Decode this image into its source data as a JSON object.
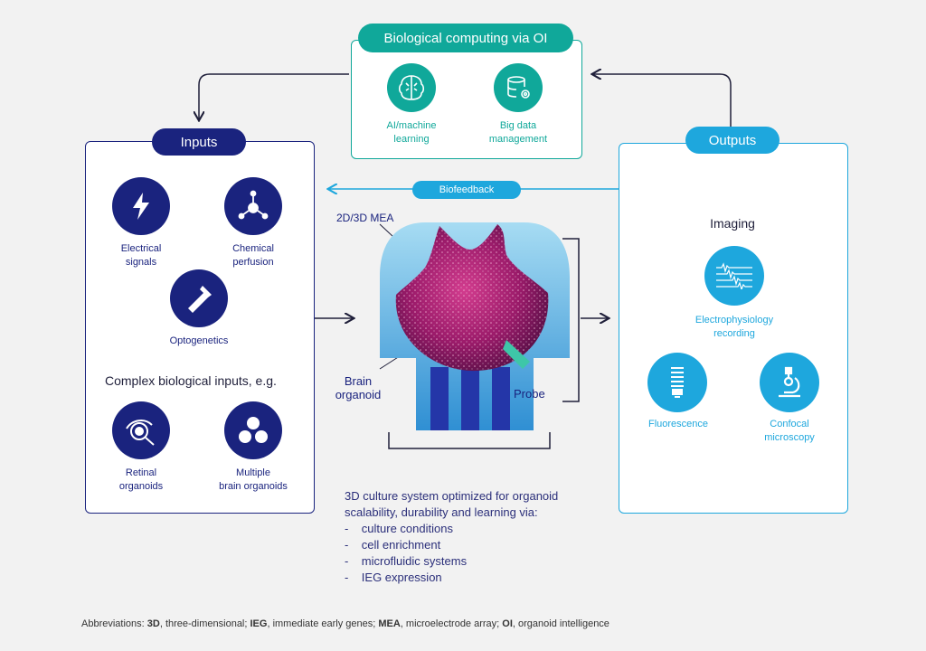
{
  "top": {
    "title": "Biological computing via OI",
    "items": [
      {
        "label": "AI/machine\nlearning",
        "icon": "brain-circuit-icon"
      },
      {
        "label": "Big data\nmanagement",
        "icon": "database-gear-icon"
      }
    ]
  },
  "inputs": {
    "title": "Inputs",
    "items": [
      {
        "label": "Electrical\nsignals",
        "icon": "lightning-icon"
      },
      {
        "label": "Chemical\nperfusion",
        "icon": "molecule-icon"
      },
      {
        "label": "Optogenetics",
        "icon": "flashlight-icon"
      }
    ],
    "complex_heading": "Complex biological inputs, e.g.",
    "complex_items": [
      {
        "label": "Retinal\norganoids",
        "icon": "eye-icon"
      },
      {
        "label": "Multiple\nbrain organoids",
        "icon": "spheres-icon"
      }
    ]
  },
  "center": {
    "biofeedback": "Biofeedback",
    "mea_label": "2D/3D MEA",
    "organoid_label": "Brain\norganoid",
    "probe_label": "Probe",
    "culture_text": "3D culture system optimized for organoid\nscalability, durability and learning via:",
    "culture_items": [
      "culture conditions",
      "cell enrichment",
      "microfluidic systems",
      "IEG expression"
    ]
  },
  "outputs": {
    "title": "Outputs",
    "imaging": "Imaging",
    "items": [
      {
        "label": "Electrophysiology\nrecording",
        "icon": "waveform-icon"
      },
      {
        "label": "Fluorescence",
        "icon": "bulb-icon"
      },
      {
        "label": "Confocal\nmicroscopy",
        "icon": "microscope-icon"
      }
    ]
  },
  "abbreviations": [
    {
      "term": "3D",
      "def": ", three-dimensional; "
    },
    {
      "term": "IEG",
      "def": ", immediate early genes; "
    },
    {
      "term": "MEA",
      "def": ", microelectrode array; "
    },
    {
      "term": "OI",
      "def": ", organoid intelligence"
    }
  ],
  "colors": {
    "navy": "#1a237e",
    "sky": "#1ea7dd",
    "teal": "#10a89a"
  }
}
